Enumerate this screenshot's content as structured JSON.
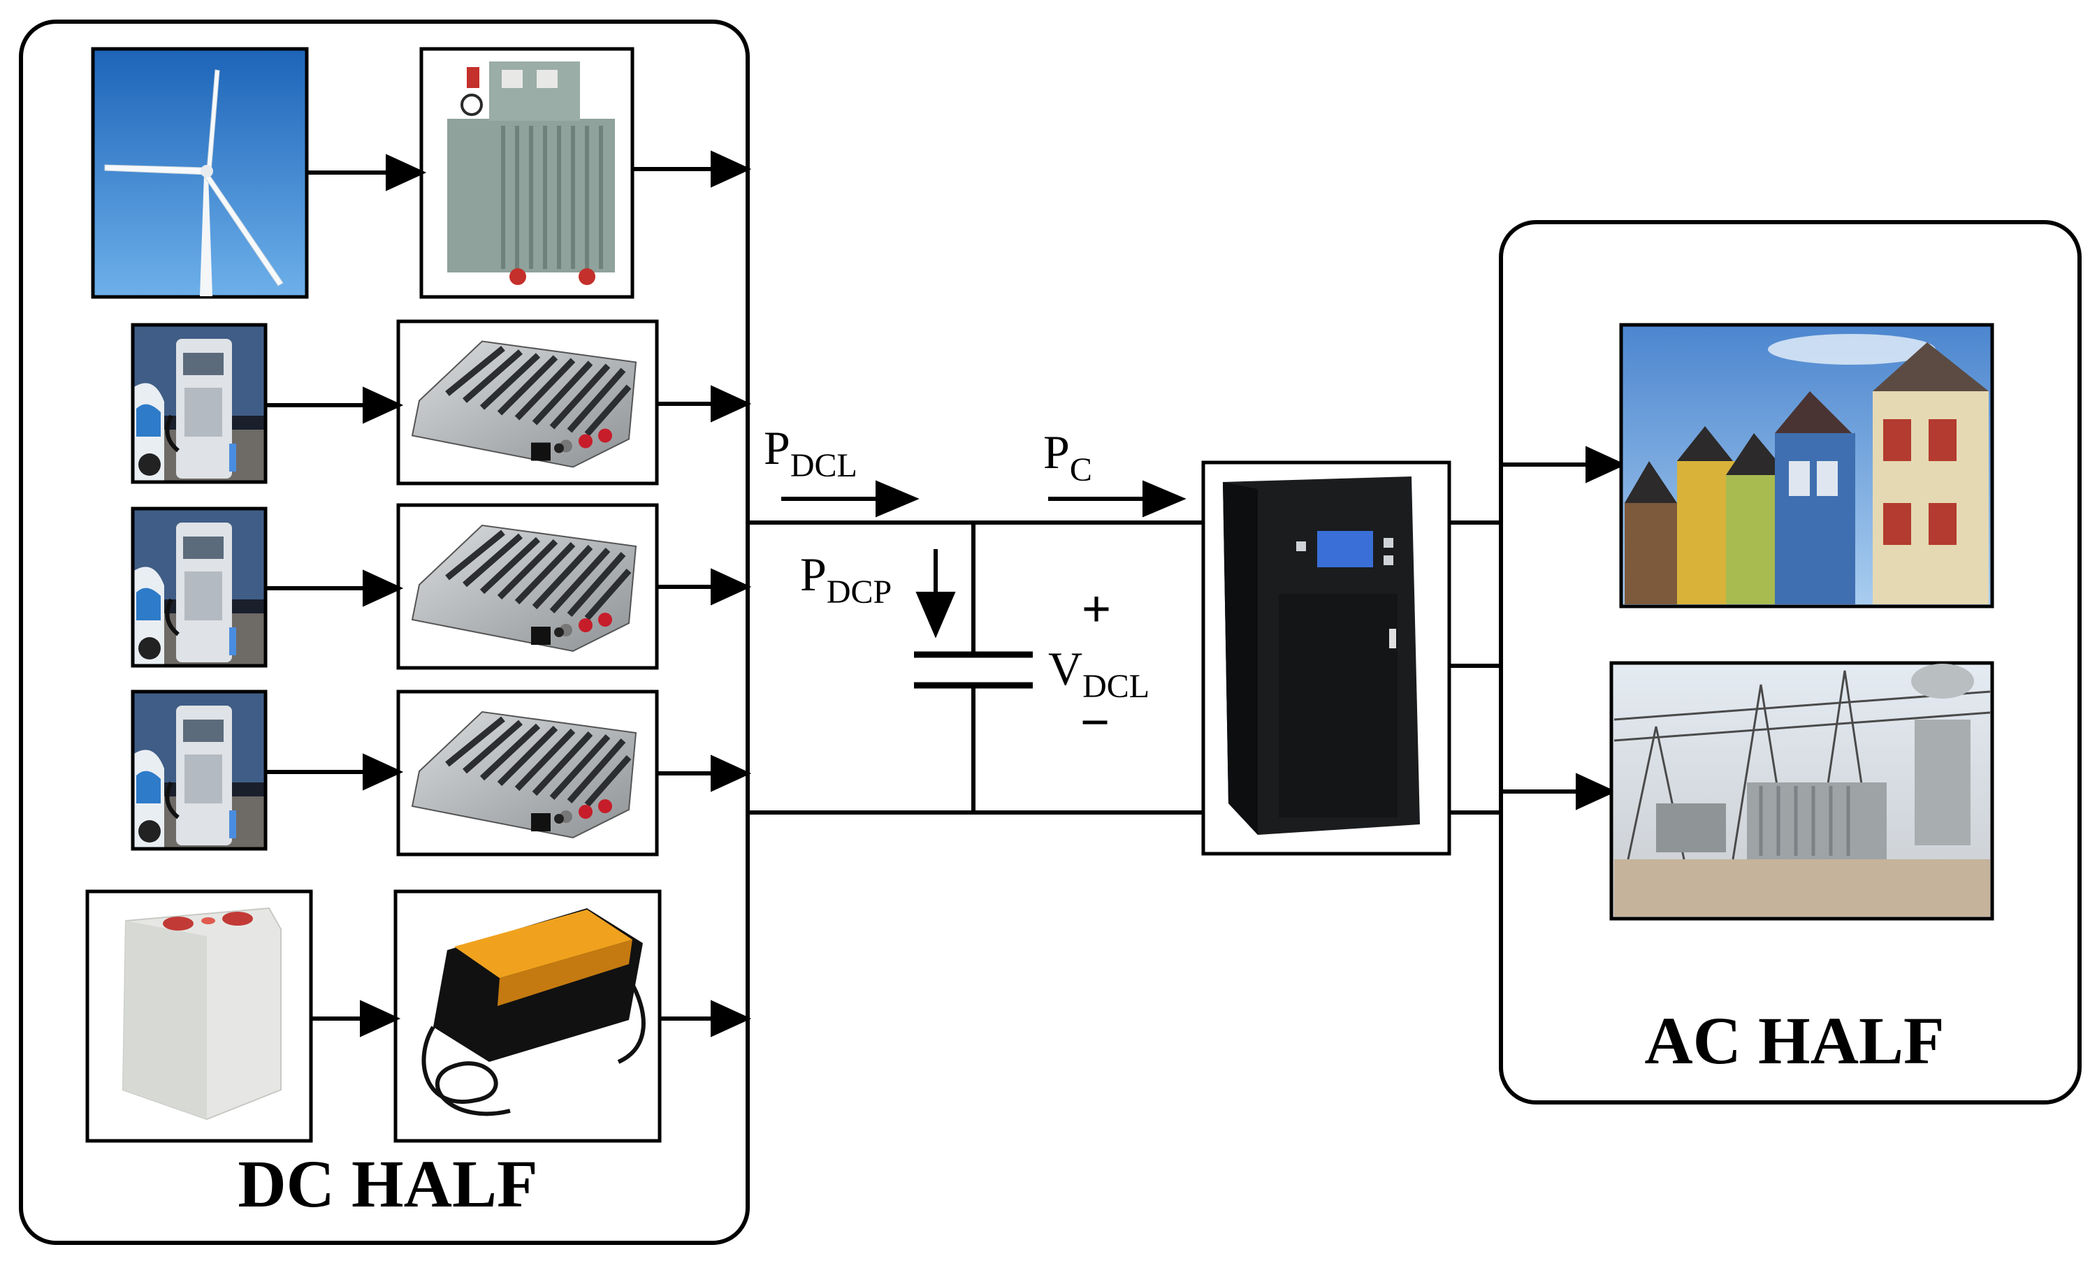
{
  "labels": {
    "dc_half": "DC HALF",
    "ac_half": "AC HALF",
    "p_dcl": {
      "main": "P",
      "sub": "DCL"
    },
    "p_c": {
      "main": "P",
      "sub": "C"
    },
    "p_dcp": {
      "main": "P",
      "sub": "DCP"
    },
    "v_dcl": {
      "main": "V",
      "sub": "DCL"
    },
    "plus": "+",
    "minus": "−"
  },
  "components": {
    "sources": [
      "wind-turbine",
      "ev-charger",
      "ev-charger",
      "ev-charger",
      "battery-cell"
    ],
    "dc_converters": [
      "transformer",
      "dc-dc-converter",
      "dc-dc-converter",
      "dc-dc-converter",
      "battery-charger"
    ],
    "central": "ups-inverter-cabinet",
    "ac_loads": [
      "residential-houses",
      "electrical-substation"
    ]
  },
  "colors": {
    "line": "#000000",
    "sky": "#3f88d2",
    "converter_metal": "#b9bcbf",
    "charger_orange": "#f0a21e",
    "cabinet": "#1b1c1e"
  }
}
